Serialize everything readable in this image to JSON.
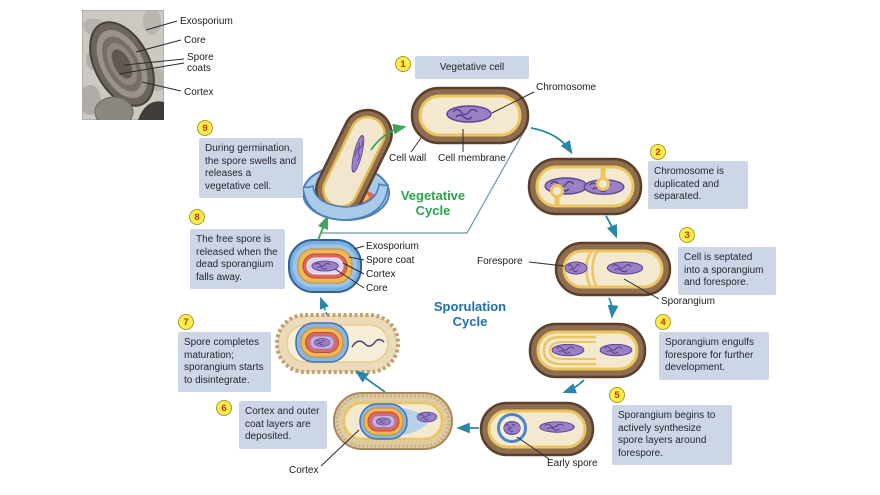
{
  "colors": {
    "callout_bg": "#cdd6e6",
    "badge_bg": "#f8ee4e",
    "badge_text": "#cc3300",
    "vegetative_green": "#2ca34d",
    "sporulation_blue": "#1c6fae",
    "arrow_teal": "#2a85a8",
    "arrow_green": "#3fa35c",
    "cell_wall_brown": "#8f6e50",
    "membrane_yellow": "#ecc55e",
    "chromosome_purple": "#9b80c4",
    "spore_blue": "#79aedd",
    "spore_coat_orange": "#f0b955",
    "cortex_red": "#df685a"
  },
  "cycles": {
    "vegetative": "Vegetative\nCycle",
    "sporulation": "Sporulation\nCycle"
  },
  "micrograph": {
    "labels": {
      "exosporium": "Exosporium",
      "core": "Core",
      "spore_coats": "Spore coats",
      "cortex": "Cortex"
    }
  },
  "steps": [
    {
      "num": "1",
      "text": "Vegetative cell"
    },
    {
      "num": "2",
      "text": "Chromosome is duplicated and separated."
    },
    {
      "num": "3",
      "text": "Cell is septated into a sporangium and forespore."
    },
    {
      "num": "4",
      "text": "Sporangium engulfs forespore for further development."
    },
    {
      "num": "5",
      "text": "Sporangium begins to actively synthesize spore layers around forespore."
    },
    {
      "num": "6",
      "text": "Cortex and outer coat layers are deposited."
    },
    {
      "num": "7",
      "text": "Spore completes maturation; sporangium starts to disintegrate."
    },
    {
      "num": "8",
      "text": "The free spore is released when the dead sporangium falls away."
    },
    {
      "num": "9",
      "text": "During germination, the spore swells and releases a vegetative cell."
    }
  ],
  "labels": {
    "chromosome": "Chromosome",
    "cell_wall": "Cell wall",
    "cell_membrane": "Cell membrane",
    "forespore": "Forespore",
    "sporangium": "Sporangium",
    "early_spore": "Early spore",
    "cortex": "Cortex",
    "exosporium": "Exosporium",
    "spore_coat": "Spore coat",
    "core": "Core"
  }
}
